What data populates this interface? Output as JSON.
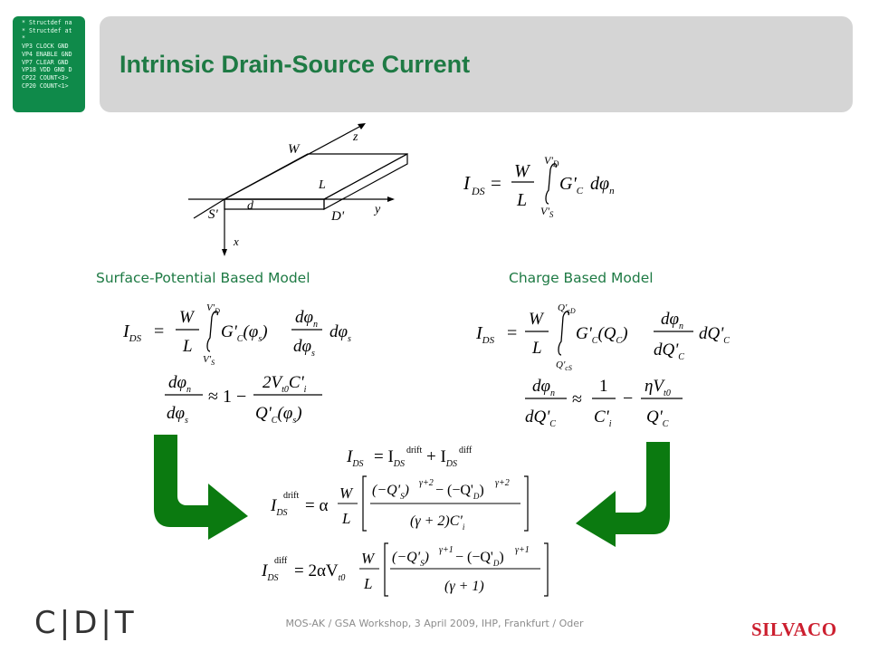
{
  "slide": {
    "title": "Intrinsic Drain-Source Current",
    "thumbnail_code": "* Structdef na\n* Structdef at\n*\nVP3 CLOCK GND\nVP4 ENABLE GND\nVP7 CLEAR GND\nVP18 VDD GND D\nCP22 COUNT<3>\nCP20 COUNT<1>",
    "left_model_label": "Surface-Potential Based Model",
    "right_model_label": "Charge Based Model",
    "footer_text": "MOS-AK / GSA Workshop, 3 April 2009,  IHP,  Frankfurt / Oder",
    "logo_left": "C|D|T",
    "logo_right": "SILVACO"
  },
  "diagram": {
    "label_z": "z",
    "label_W": "W",
    "label_L": "L",
    "label_d": "d",
    "label_y": "y",
    "label_x": "x",
    "label_S": "S'",
    "label_D": "D'"
  },
  "colors": {
    "title_green": "#1e7a44",
    "arrow_green": "#0b7a10",
    "title_bar_gray": "#d5d5d5",
    "thumb_green": "#0f8a4a",
    "silvaco_red": "#cc1f2f"
  }
}
